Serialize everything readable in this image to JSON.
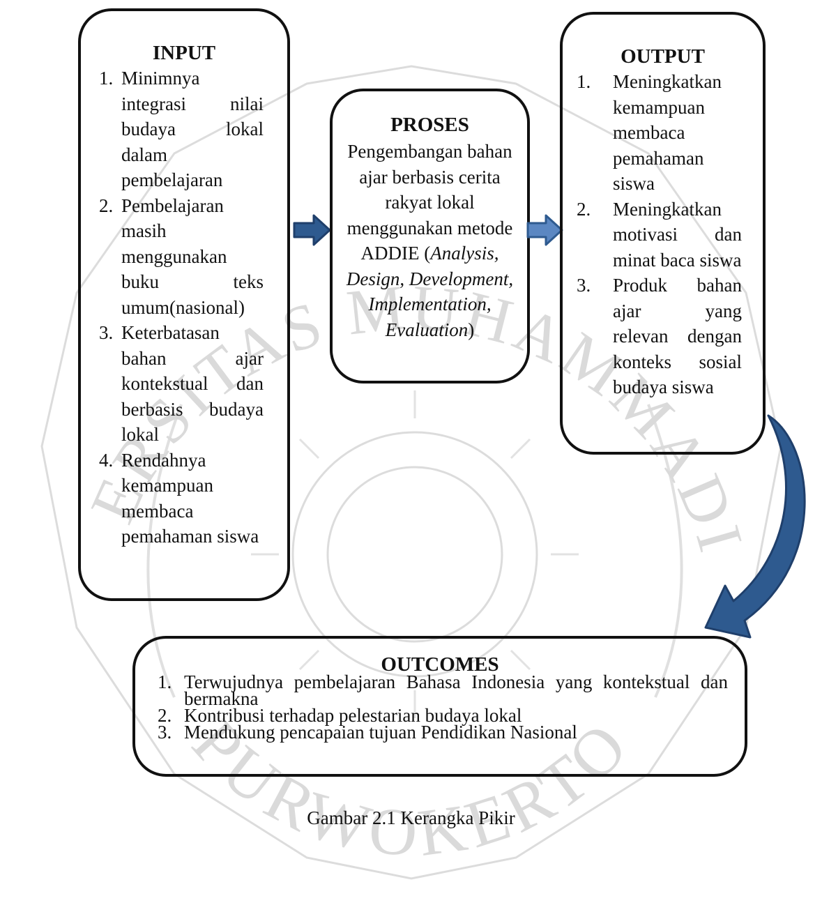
{
  "input": {
    "title": "INPUT",
    "items": [
      {
        "num": "1.",
        "text": "Minimnya integrasi nilai budaya lokal dalam pembelajaran"
      },
      {
        "num": "2.",
        "text": "Pembelajaran masih menggunakan buku teks umum(nasional)"
      },
      {
        "num": "3.",
        "text": "Keterbatasan bahan ajar kontekstual dan berbasis budaya lokal"
      },
      {
        "num": "4.",
        "text": "Rendahnya kemampuan membaca pemahaman siswa"
      }
    ]
  },
  "proses": {
    "title": "PROSES",
    "body": "Pengembangan bahan ajar berbasis cerita rakyat lokal menggunakan metode ADDIE",
    "paren_open": "(",
    "italic": "Analysis, Design, Development, Implementation, Evaluation",
    "paren_close": ")"
  },
  "output": {
    "title": "OUTPUT",
    "items": [
      {
        "num": "1.",
        "text": "Meningkatkan kemampuan membaca pemahaman siswa"
      },
      {
        "num": "2.",
        "text": "Meningkatkan motivasi dan minat baca siswa"
      },
      {
        "num": "3.",
        "text": "Produk bahan ajar yang relevan dengan konteks sosial budaya siswa"
      }
    ]
  },
  "outcomes": {
    "title": "OUTCOMES",
    "items": [
      {
        "num": "1.",
        "text": "Terwujudnya pembelajaran Bahasa Indonesia yang kontekstual dan bermakna"
      },
      {
        "num": "2.",
        "text": "Kontribusi terhadap pelestarian budaya lokal"
      },
      {
        "num": "3.",
        "text": "Mendukung pencapaian tujuan Pendidikan Nasional"
      }
    ]
  },
  "caption": "Gambar 2.1 Kerangka Pikir",
  "watermark": {
    "top_text": "UNIVERSITAS MUHAMMADIYAH",
    "bottom_text": "PURWOKERTO",
    "color": "#d9d9d9"
  },
  "colors": {
    "arrow_dark": "#1f3f6b",
    "arrow_fill_1": "#2e5a8f",
    "arrow_fill_2": "#5b87c2",
    "border": "#111111"
  }
}
